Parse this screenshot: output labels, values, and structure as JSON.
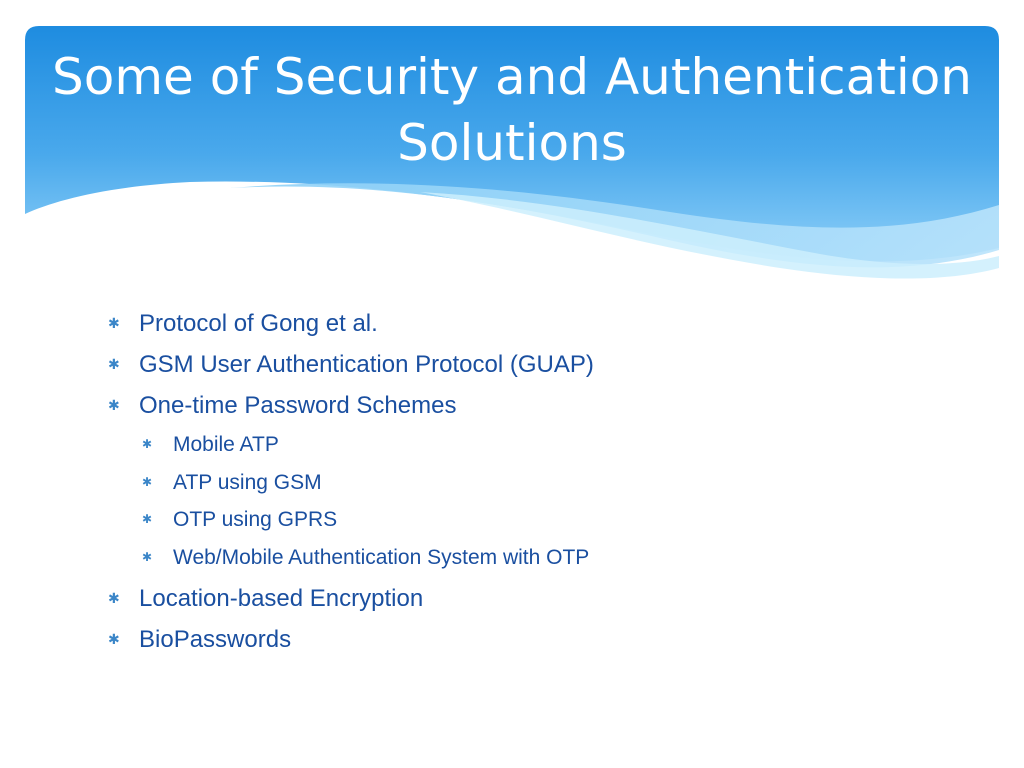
{
  "slide": {
    "title_line1": "Some of Security and Authentication",
    "title_line2": "Solutions"
  },
  "bullet_icon": "asterisk-icon",
  "colors": {
    "banner_top": "#1f8fe0",
    "banner_bottom": "#7cc4f5",
    "text": "#1a4fa0",
    "bullet": "#3b86c8"
  },
  "content": {
    "items": [
      {
        "text": "Protocol of Gong et al."
      },
      {
        "text": "GSM User Authentication Protocol (GUAP)"
      },
      {
        "text": "One-time Password Schemes"
      },
      {
        "text": "Location-based Encryption"
      },
      {
        "text": "BioPasswords"
      }
    ],
    "subitems": [
      {
        "text": "Mobile ATP"
      },
      {
        "text": "ATP using GSM"
      },
      {
        "text": "OTP using GPRS"
      },
      {
        "text": "Web/Mobile Authentication System with OTP"
      }
    ]
  }
}
